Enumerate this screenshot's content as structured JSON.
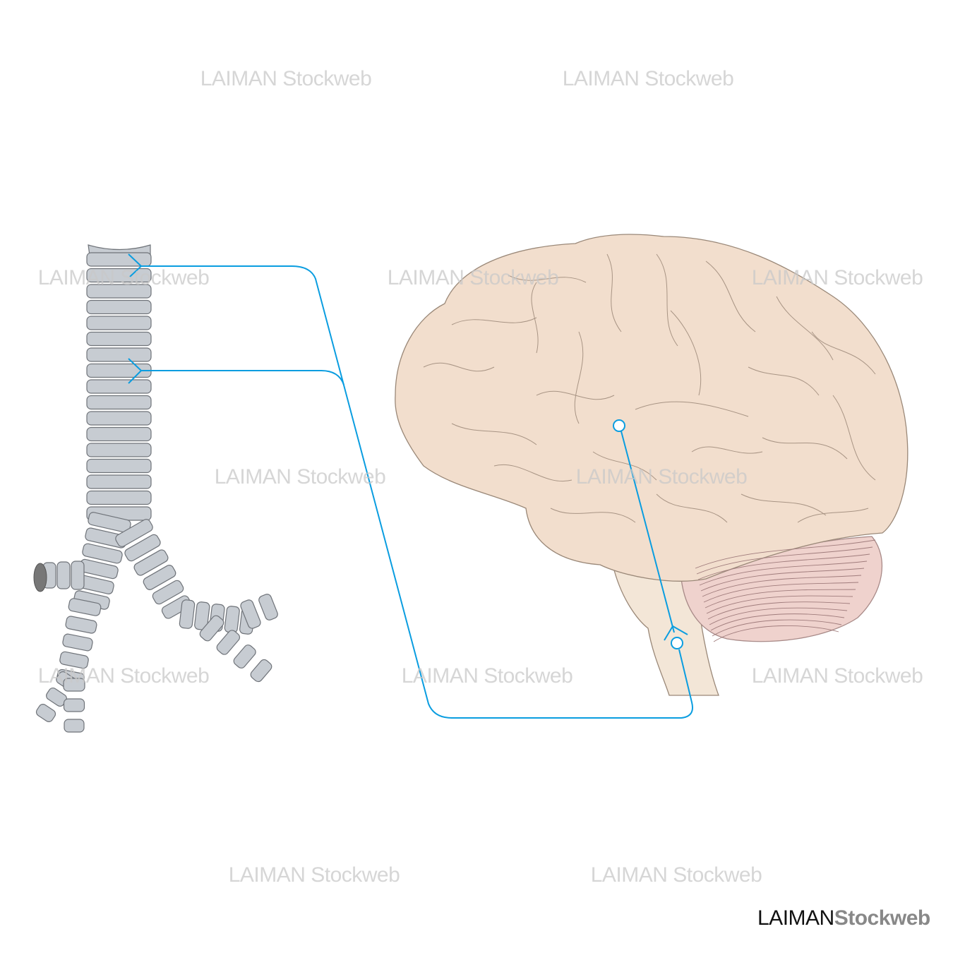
{
  "watermark": {
    "text_a": "LAIMAN",
    "text_b": "Stockweb"
  },
  "logo": {
    "text_a": "LAIMAN",
    "text_b": "Stockweb"
  },
  "colors": {
    "connector": "#0a9de0",
    "trachea_fill": "#c7ccd2",
    "trachea_stroke": "#6f7379",
    "cerebrum_fill": "#f2decd",
    "cerebellum_fill": "#efd2cd",
    "brainstem_fill": "#f3e6d7",
    "outline": "#9a8878"
  }
}
